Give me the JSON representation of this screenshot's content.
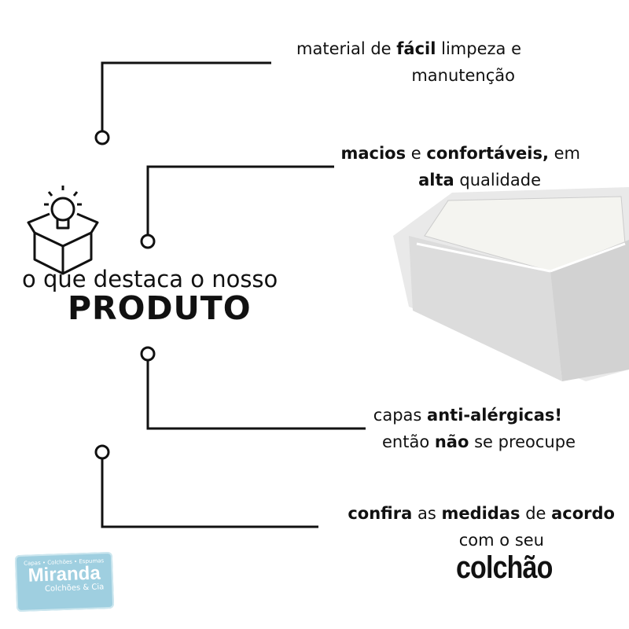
{
  "features": [
    {
      "parts": [
        {
          "t": "material de ",
          "b": false
        },
        {
          "t": "fácil",
          "b": true
        },
        {
          "t": " limpeza e",
          "b": false
        }
      ],
      "line2": [
        {
          "t": "manutenção",
          "b": false
        }
      ]
    },
    {
      "parts": [
        {
          "t": "macios",
          "b": true
        },
        {
          "t": " e ",
          "b": false
        },
        {
          "t": "confortáveis,",
          "b": true
        },
        {
          "t": " em",
          "b": false
        }
      ],
      "line2": [
        {
          "t": "alta",
          "b": true
        },
        {
          "t": " qualidade",
          "b": false
        }
      ]
    },
    {
      "parts": [
        {
          "t": "capas ",
          "b": false
        },
        {
          "t": "anti-alérgicas!",
          "b": true
        }
      ],
      "line2": [
        {
          "t": "então ",
          "b": false
        },
        {
          "t": "não",
          "b": true
        },
        {
          "t": " se preocupe",
          "b": false
        }
      ]
    },
    {
      "parts": [
        {
          "t": "confira",
          "b": true
        },
        {
          "t": " as ",
          "b": false
        },
        {
          "t": "medidas",
          "b": true
        },
        {
          "t": " de ",
          "b": false
        },
        {
          "t": "acordo",
          "b": true
        }
      ],
      "line2": [
        {
          "t": "com o seu",
          "b": false
        }
      ]
    }
  ],
  "title": {
    "line1": "o que destaca o nosso",
    "line2": "PRODUTO"
  },
  "colchao": "colchão",
  "logo": {
    "top": "Capas • Colchões • Espumas",
    "name": "Miranda",
    "sub": "Colchões & Cia"
  },
  "colors": {
    "text": "#111111",
    "logo_bg": "#9fcfe0"
  }
}
